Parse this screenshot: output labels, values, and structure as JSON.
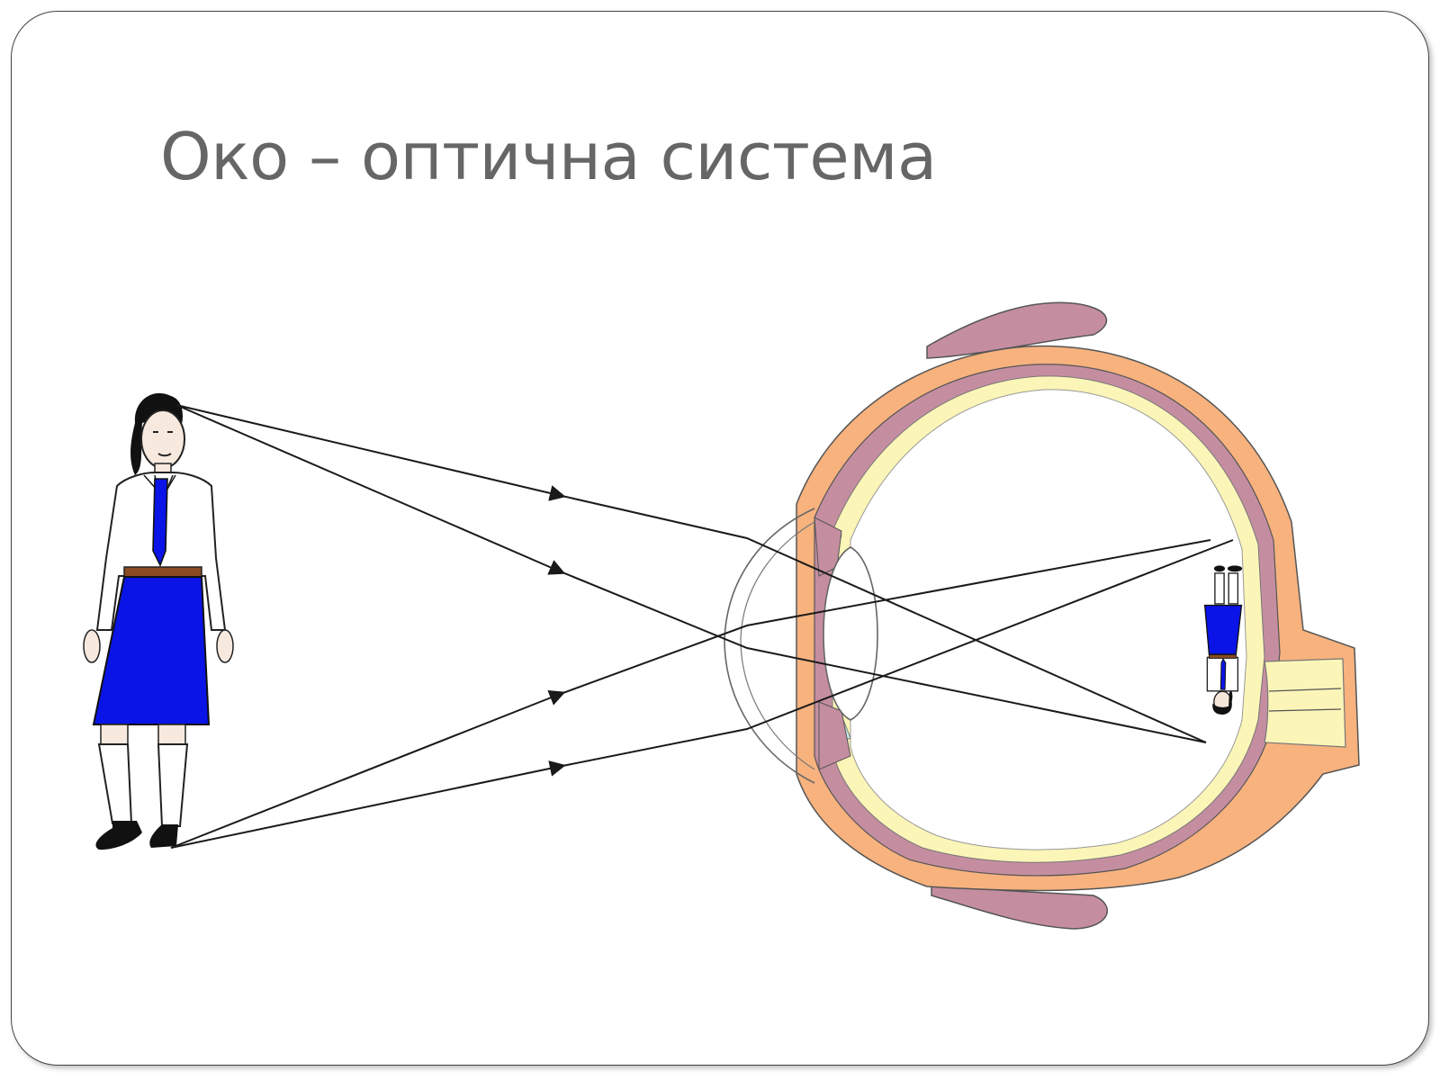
{
  "slide": {
    "title": "Око – оптична система"
  },
  "colors": {
    "title": "#666666",
    "skirt": "#0a14e6",
    "tie": "#0a14e6",
    "sclera": "#f7b27e",
    "choroid": "#c58ea0",
    "retina": "#fbf5b8",
    "nerve": "#fbf5b8",
    "aqueous": "#c8eef2",
    "rays": "#1a1a1a"
  },
  "icons": {
    "object": "standing-girl-figure",
    "eye": "eye-cross-section",
    "image": "inverted-girl-image"
  }
}
